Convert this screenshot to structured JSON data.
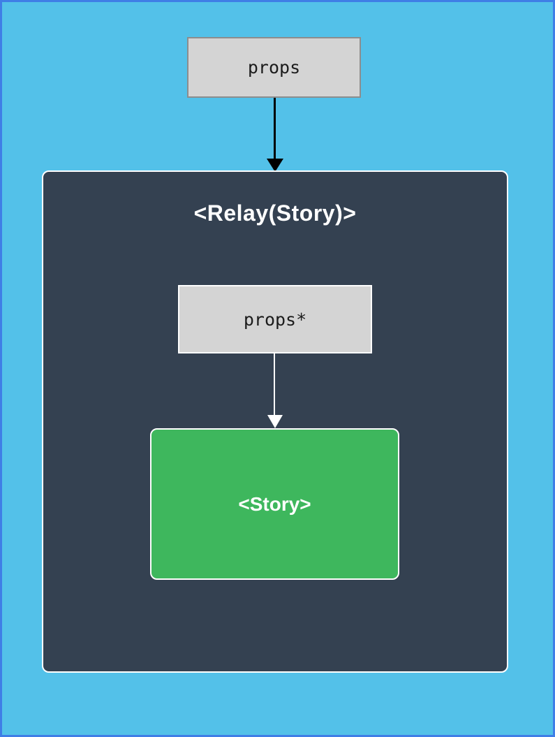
{
  "colors": {
    "page_background": "#53c1e9",
    "page_border": "#3f7ee6",
    "container_background": "#344151",
    "container_border": "#ffffff",
    "gray_box_fill": "#d4d4d4",
    "gray_box_border": "#8d8d8d",
    "story_fill": "#3eb75d",
    "arrow_black": "#000000",
    "arrow_white": "#ffffff",
    "dark_text": "#1c1c1c",
    "light_text": "#ffffff"
  },
  "diagram": {
    "outer_props_box": {
      "label": "props"
    },
    "relay_container": {
      "title": "<Relay(Story)>"
    },
    "inner_props_box": {
      "label": "props*"
    },
    "story_box": {
      "label": "<Story>"
    }
  }
}
